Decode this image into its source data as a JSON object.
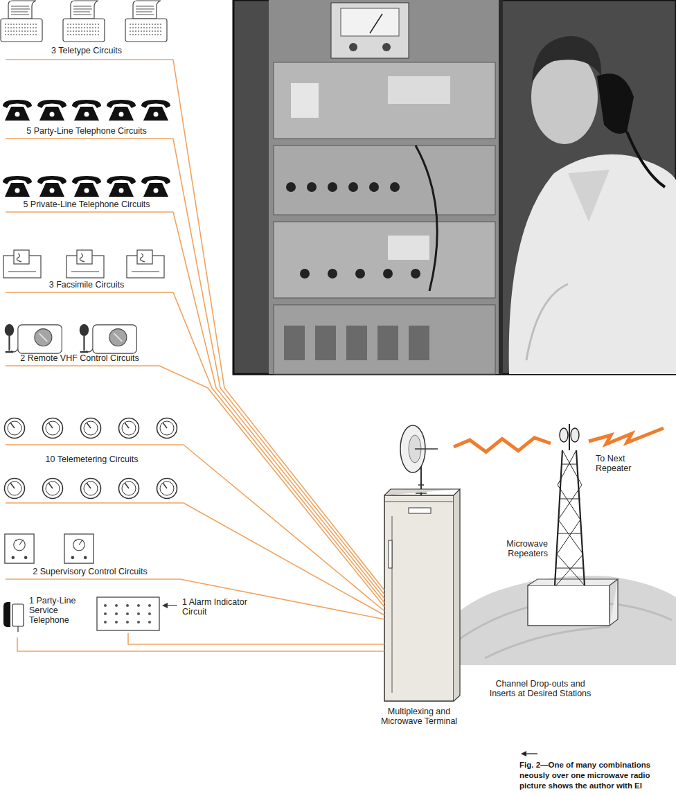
{
  "diagram": {
    "caption": "Fig. 2—One of many combinations neously over one microwave radio picture shows the author with El",
    "nodes": [
      {
        "text": [
          "3 Teletype Circuits"
        ]
      },
      {
        "text": [
          "5 Party-Line Telephone Circuits"
        ]
      },
      {
        "text": [
          "5 Private-Line Telephone Circuits"
        ]
      },
      {
        "text": [
          "3 Facsimile Circuits"
        ]
      },
      {
        "text": [
          "2 Remote VHF Control Circuits"
        ]
      },
      {
        "text": [
          "10 Telemetering Circuits"
        ]
      },
      {
        "text": [
          "2 Supervisory Control Circuits"
        ]
      },
      {
        "text": [
          "1 Party-Line Service Telephone"
        ]
      },
      {
        "text": [
          "1 Alarm Indicator Circuit"
        ]
      },
      {
        "text": [
          "Multiplexing and Microwave Terminal"
        ]
      },
      {
        "text": [
          "Microwave Repeaters"
        ]
      }
    ],
    "edges": [
      {
        "from": 0,
        "to": 9,
        "arrow": "none"
      },
      {
        "from": 1,
        "to": 9,
        "arrow": "none"
      },
      {
        "from": 2,
        "to": 9,
        "arrow": "none"
      },
      {
        "from": 3,
        "to": 9,
        "arrow": "none"
      },
      {
        "from": 4,
        "to": 9,
        "arrow": "none"
      },
      {
        "from": 5,
        "to": 9,
        "arrow": "none"
      },
      {
        "from": 5,
        "to": 9,
        "arrow": "none"
      },
      {
        "from": 6,
        "to": 9,
        "arrow": "none"
      },
      {
        "from": 7,
        "to": 9,
        "arrow": "none"
      },
      {
        "from": 8,
        "to": 9,
        "arrow": "none"
      },
      {
        "from": 9,
        "to": 10,
        "arrow": "none"
      }
    ],
    "labels": [
      "To Next Repeater",
      "Channel Drop-outs and Inserts at Desired Stations"
    ]
  }
}
